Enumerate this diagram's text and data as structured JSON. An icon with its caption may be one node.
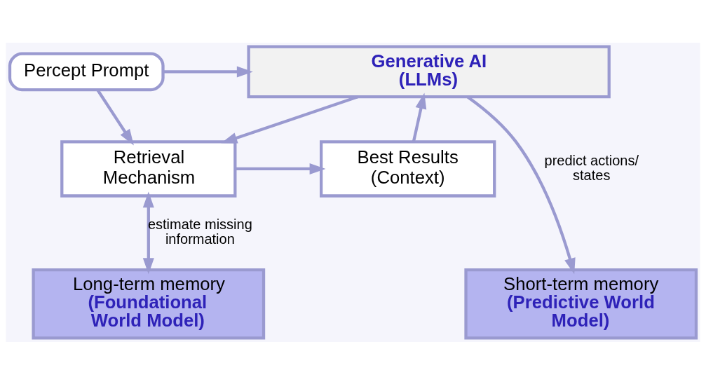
{
  "diagram": {
    "nodes": [
      {
        "text": [
          "Percept Prompt"
        ]
      },
      {
        "text": [
          "Generative AI (LLMs)"
        ]
      },
      {
        "text": [
          "Retrieval Mechanism"
        ]
      },
      {
        "text": [
          "Best Results (Context)"
        ]
      },
      {
        "text": [
          "Long-term memory",
          "(Foundational World Model)"
        ]
      },
      {
        "text": [
          "Short-term memory",
          "(Predictive World Model)"
        ]
      }
    ],
    "edges": [
      {
        "from": 0,
        "to": 1,
        "arrow": "to"
      },
      {
        "from": 0,
        "to": 2,
        "arrow": "to"
      },
      {
        "from": 1,
        "to": 2,
        "arrow": "to"
      },
      {
        "from": 2,
        "to": 3,
        "arrow": "to"
      },
      {
        "from": 3,
        "to": 1,
        "arrow": "to"
      },
      {
        "from": 2,
        "to": 4,
        "arrow": "both",
        "label": "estimate missing information"
      },
      {
        "from": 1,
        "to": 5,
        "arrow": "to",
        "label": "predict actions/ states"
      }
    ]
  }
}
